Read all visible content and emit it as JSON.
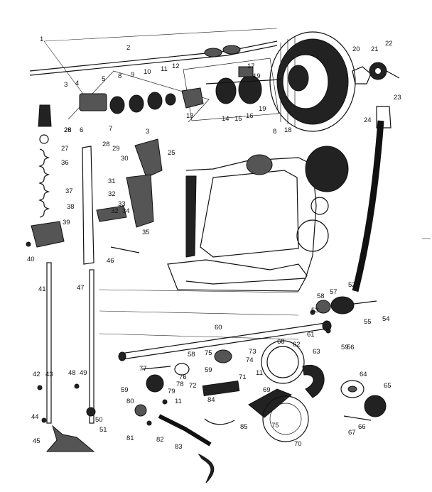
{
  "callouts": [
    {
      "id": "c1",
      "text": "1"
    },
    {
      "id": "c2",
      "text": "2"
    },
    {
      "id": "c3a",
      "text": "3"
    },
    {
      "id": "c3b",
      "text": "3"
    },
    {
      "id": "c4",
      "text": "4"
    },
    {
      "id": "c5",
      "text": "5"
    },
    {
      "id": "c6",
      "text": "6"
    },
    {
      "id": "c7",
      "text": "7"
    },
    {
      "id": "c8a",
      "text": "8"
    },
    {
      "id": "c8b",
      "text": "8"
    },
    {
      "id": "c9",
      "text": "9"
    },
    {
      "id": "c10",
      "text": "10"
    },
    {
      "id": "c11a",
      "text": "11"
    },
    {
      "id": "c11b",
      "text": "11"
    },
    {
      "id": "c11c",
      "text": "11"
    },
    {
      "id": "c12",
      "text": "12"
    },
    {
      "id": "c13",
      "text": "13"
    },
    {
      "id": "c14",
      "text": "14"
    },
    {
      "id": "c15",
      "text": "15"
    },
    {
      "id": "c16",
      "text": "16"
    },
    {
      "id": "c17",
      "text": "17"
    },
    {
      "id": "c18",
      "text": "18"
    },
    {
      "id": "c19a",
      "text": "19"
    },
    {
      "id": "c19b",
      "text": "19"
    },
    {
      "id": "c20",
      "text": "20"
    },
    {
      "id": "c21",
      "text": "21"
    },
    {
      "id": "c22",
      "text": "22"
    },
    {
      "id": "c23",
      "text": "23"
    },
    {
      "id": "c24",
      "text": "24"
    },
    {
      "id": "c25",
      "text": "25"
    },
    {
      "id": "c26",
      "text": "26"
    },
    {
      "id": "c27",
      "text": "27"
    },
    {
      "id": "c28a",
      "text": "28"
    },
    {
      "id": "c28b",
      "text": "28"
    },
    {
      "id": "c29",
      "text": "29"
    },
    {
      "id": "c30",
      "text": "30"
    },
    {
      "id": "c31",
      "text": "31"
    },
    {
      "id": "c32a",
      "text": "32"
    },
    {
      "id": "c32b",
      "text": "32"
    },
    {
      "id": "c33",
      "text": "33"
    },
    {
      "id": "c34",
      "text": "34"
    },
    {
      "id": "c35",
      "text": "35"
    },
    {
      "id": "c36",
      "text": "36"
    },
    {
      "id": "c37",
      "text": "37"
    },
    {
      "id": "c38",
      "text": "38"
    },
    {
      "id": "c39",
      "text": "39"
    },
    {
      "id": "c40",
      "text": "40"
    },
    {
      "id": "c41",
      "text": "41"
    },
    {
      "id": "c42",
      "text": "42"
    },
    {
      "id": "c43",
      "text": "43"
    },
    {
      "id": "c44",
      "text": "44"
    },
    {
      "id": "c45",
      "text": "45"
    },
    {
      "id": "c46",
      "text": "46"
    },
    {
      "id": "c47",
      "text": "47"
    },
    {
      "id": "c48",
      "text": "48"
    },
    {
      "id": "c49",
      "text": "49"
    },
    {
      "id": "c50",
      "text": "50"
    },
    {
      "id": "c51",
      "text": "51"
    },
    {
      "id": "c52",
      "text": "52"
    },
    {
      "id": "c53",
      "text": "53"
    },
    {
      "id": "c54",
      "text": "54"
    },
    {
      "id": "c55",
      "text": "55"
    },
    {
      "id": "c56",
      "text": "56"
    },
    {
      "id": "c57",
      "text": "57"
    },
    {
      "id": "c58a",
      "text": "58"
    },
    {
      "id": "c58b",
      "text": "58"
    },
    {
      "id": "c59a",
      "text": "59"
    },
    {
      "id": "c59b",
      "text": "59"
    },
    {
      "id": "c59c",
      "text": "59"
    },
    {
      "id": "c60",
      "text": "60"
    },
    {
      "id": "c61",
      "text": "61"
    },
    {
      "id": "c62",
      "text": "62"
    },
    {
      "id": "c63",
      "text": "63"
    },
    {
      "id": "c64",
      "text": "64"
    },
    {
      "id": "c65",
      "text": "65"
    },
    {
      "id": "c66",
      "text": "66"
    },
    {
      "id": "c67",
      "text": "67"
    },
    {
      "id": "c68",
      "text": "68"
    },
    {
      "id": "c69",
      "text": "69"
    },
    {
      "id": "c70",
      "text": "70"
    },
    {
      "id": "c71",
      "text": "71"
    },
    {
      "id": "c72",
      "text": "72"
    },
    {
      "id": "c73",
      "text": "73"
    },
    {
      "id": "c74",
      "text": "74"
    },
    {
      "id": "c75a",
      "text": "75"
    },
    {
      "id": "c75b",
      "text": "75"
    },
    {
      "id": "c76",
      "text": "76"
    },
    {
      "id": "c77",
      "text": "77"
    },
    {
      "id": "c78",
      "text": "78"
    },
    {
      "id": "c79",
      "text": "79"
    },
    {
      "id": "c80",
      "text": "80"
    },
    {
      "id": "c81",
      "text": "81"
    },
    {
      "id": "c82",
      "text": "82"
    },
    {
      "id": "c83",
      "text": "83"
    },
    {
      "id": "c84",
      "text": "84"
    },
    {
      "id": "c85",
      "text": "85"
    }
  ]
}
